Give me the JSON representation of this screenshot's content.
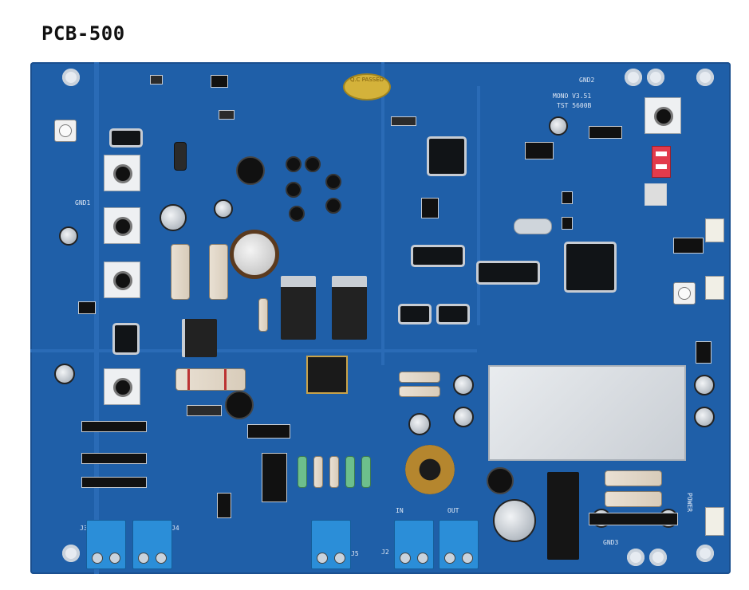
{
  "image_caption": "PCB-500",
  "board_labels": {
    "gnd1": "GND1",
    "gnd2": "GND2",
    "gnd3": "GND3",
    "mono": "MONO V3.51",
    "tst": "TST 5600B",
    "seal": "Q.C PASSED",
    "power": "POWER",
    "in": "IN",
    "out": "OUT",
    "j2": "J2",
    "j3": "J3",
    "j4": "J4",
    "j5": "J5"
  },
  "colors": {
    "board": "#1f5fa8",
    "terminal": "#2b8ed8",
    "dip_switch": "#e23b4c"
  }
}
